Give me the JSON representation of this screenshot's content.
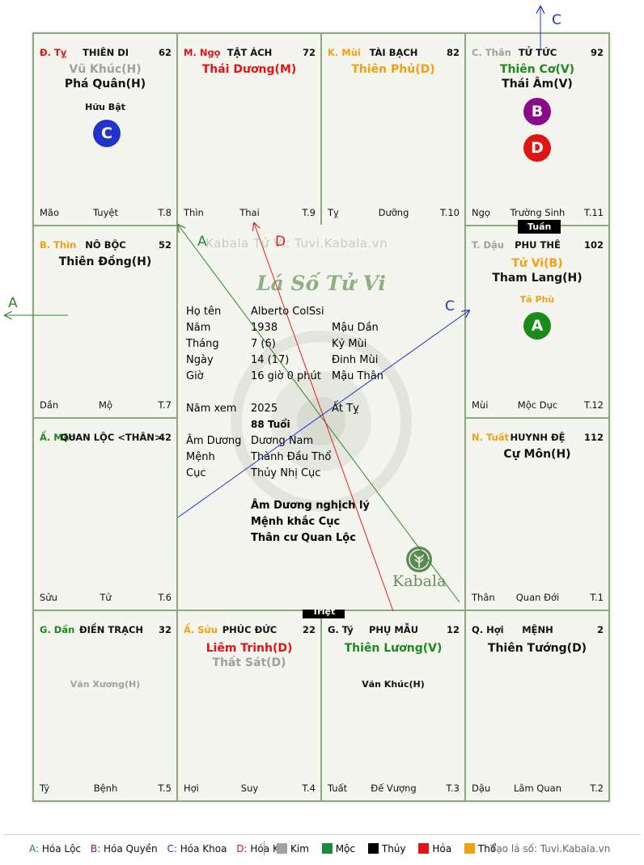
{
  "colors": {
    "green": "#1a8a1a",
    "purple": "#8a0a8a",
    "blue": "#2233cc",
    "red": "#e01414",
    "orange": "#f0a010",
    "gray": "#a0a0a0",
    "black": "#111111",
    "line_green": "#2a8a2a",
    "line_red": "#e02020",
    "line_blue": "#2233cc"
  },
  "palaces": {
    "ty_top": {
      "can": "Đ. Tỵ",
      "name": "THIÊN DI",
      "num": "62",
      "stars": [
        "Vũ Khúc(H)",
        "Phá Quân(H)"
      ],
      "minor": [
        "Hữu Bật"
      ],
      "left": "Mão",
      "mid": "Tuyệt",
      "right": "T.8"
    },
    "ngo": {
      "can": "M. Ngọ",
      "name": "TẬT ÁCH",
      "num": "72",
      "stars": [
        "Thái Dương(M)"
      ],
      "left": "Thìn",
      "mid": "Thai",
      "right": "T.9"
    },
    "mui_top": {
      "can": "K. Mùi",
      "name": "TÀI BẠCH",
      "num": "82",
      "stars": [
        "Thiên Phủ(D)"
      ],
      "left": "Tỵ",
      "mid": "Dưỡng",
      "right": "T.10"
    },
    "than_top": {
      "can": "C. Thân",
      "name": "TỬ TỨC",
      "num": "92",
      "stars": [
        "Thiên Cơ(V)",
        "Thái Âm(V)"
      ],
      "left": "Ngọ",
      "mid": "Trường Sinh",
      "right": "T.11"
    },
    "thin": {
      "can": "B. Thìn",
      "name": "NÔ BỘC",
      "num": "52",
      "stars": [
        "Thiên Đồng(H)"
      ],
      "left": "Dần",
      "mid": "Mộ",
      "right": "T.7"
    },
    "dau": {
      "can": "T. Dậu",
      "name": "PHU THÊ",
      "num": "102",
      "stars": [
        "Tử Vi(B)",
        "Tham Lang(H)"
      ],
      "minor": [
        "Tả Phù"
      ],
      "left": "Mùi",
      "mid": "Mộc Dục",
      "right": "T.12"
    },
    "mao": {
      "can": "Ấ. Mão",
      "name": "QUAN LỘC <THÂN>",
      "num": "42",
      "stars": [],
      "left": "Sửu",
      "mid": "Tử",
      "right": "T.6"
    },
    "tuat": {
      "can": "N. Tuất",
      "name": "HUYNH ĐỆ",
      "num": "112",
      "stars": [
        "Cự Môn(H)"
      ],
      "left": "Thân",
      "mid": "Quan Đới",
      "right": "T.1"
    },
    "dan": {
      "can": "G. Dần",
      "name": "ĐIỀN TRẠCH",
      "num": "32",
      "stars": [],
      "minor": [
        "Văn Xương(H)"
      ],
      "left": "Tý",
      "mid": "Bệnh",
      "right": "T.5"
    },
    "suu": {
      "can": "Ấ. Sửu",
      "name": "PHÚC ĐỨC",
      "num": "22",
      "stars": [
        "Liêm Trinh(D)",
        "Thất Sát(D)"
      ],
      "left": "Hợi",
      "mid": "Suy",
      "right": "T.4"
    },
    "ty_bot": {
      "can": "G. Tý",
      "name": "PHỤ MẪU",
      "num": "12",
      "stars": [
        "Thiên Lương(V)"
      ],
      "minor": [
        "Văn Khúc(H)"
      ],
      "left": "Tuất",
      "mid": "Đế Vượng",
      "right": "T.3"
    },
    "hoi": {
      "can": "Q. Hợi",
      "name": "MỆNH",
      "num": "2",
      "stars": [
        "Thiên Tướng(D)"
      ],
      "left": "Dậu",
      "mid": "Lâm Quan",
      "right": "T.2"
    }
  },
  "markers": {
    "thien_di_c": "C",
    "tu_tuc_b": "B",
    "tu_tuc_d": "D",
    "phu_the_a": "A"
  },
  "tags": {
    "tuan": "Tuần",
    "triet": "Triệt"
  },
  "center": {
    "watermark": "Kabala Tử Vi: Tuvi.Kabala.vn",
    "title": "Lá Số Tử Vi",
    "rows": [
      {
        "label": "Họ tên",
        "v1": "Alberto ColSsi",
        "v2": ""
      },
      {
        "label": "Năm",
        "v1": "1938",
        "v2": "Mậu Dần"
      },
      {
        "label": "Tháng",
        "v1": "7  (6)",
        "v2": "Kỷ Mùi"
      },
      {
        "label": "Ngày",
        "v1": "14  (17)",
        "v2": "Đinh Mùi"
      },
      {
        "label": "Giờ",
        "v1": "16 giờ 0 phút",
        "v2": "Mậu Thân"
      }
    ],
    "nam_xem": {
      "label": "Năm xem",
      "v1": "2025",
      "v2": "Ất Tỵ",
      "age": "88 Tuổi"
    },
    "rows2": [
      {
        "label": "Âm Dương",
        "v1": "Dương Nam"
      },
      {
        "label": "Mệnh",
        "v1": "Thành Đầu Thổ"
      },
      {
        "label": "Cục",
        "v1": "Thủy Nhị Cục"
      }
    ],
    "notes": [
      "Âm Dương nghịch lý",
      "Mệnh khắc Cục",
      "Thân cư Quan Lộc"
    ],
    "logo": "Kabala"
  },
  "arrows": {
    "a_top": "A",
    "d_top": "D",
    "c_right": "C",
    "a_left": "A",
    "c_top": "C"
  },
  "legend": {
    "a": "A:",
    "a_t": "Hóa Lộc",
    "b": "B:",
    "b_t": "Hóa Quyền",
    "c": "C:",
    "c_t": "Hóa Khoa",
    "d": "D:",
    "d_t": "Hóa Kị",
    "kim": "Kim",
    "moc": "Mộc",
    "thuy": "Thủy",
    "hoa": "Hỏa",
    "tho": "Thổ",
    "site": "Tạo lá số: Tuvi.Kabala.vn"
  }
}
